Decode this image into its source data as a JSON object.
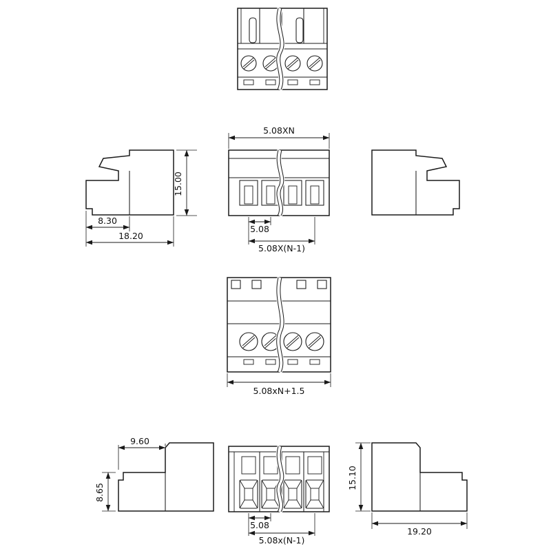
{
  "drawing": {
    "background": "#ffffff",
    "ink": "#1a1a1a"
  },
  "dims": {
    "plug_width": "5.08XN",
    "plug_height": "15.00",
    "plug_side_wire_depth": "8.30",
    "plug_side_total_depth": "18.20",
    "plug_pitch": "5.08",
    "plug_pitch_span": "5.08X(N-1)",
    "header_width": "5.08xN+1.5",
    "header_side_top_depth": "9.60",
    "header_side_front_height": "8.65",
    "plug_bottom_pitch": "5.08",
    "plug_bottom_pitch_span": "5.08x(N-1)",
    "header_side_height": "15.10",
    "header_side_total_depth": "19.20"
  }
}
